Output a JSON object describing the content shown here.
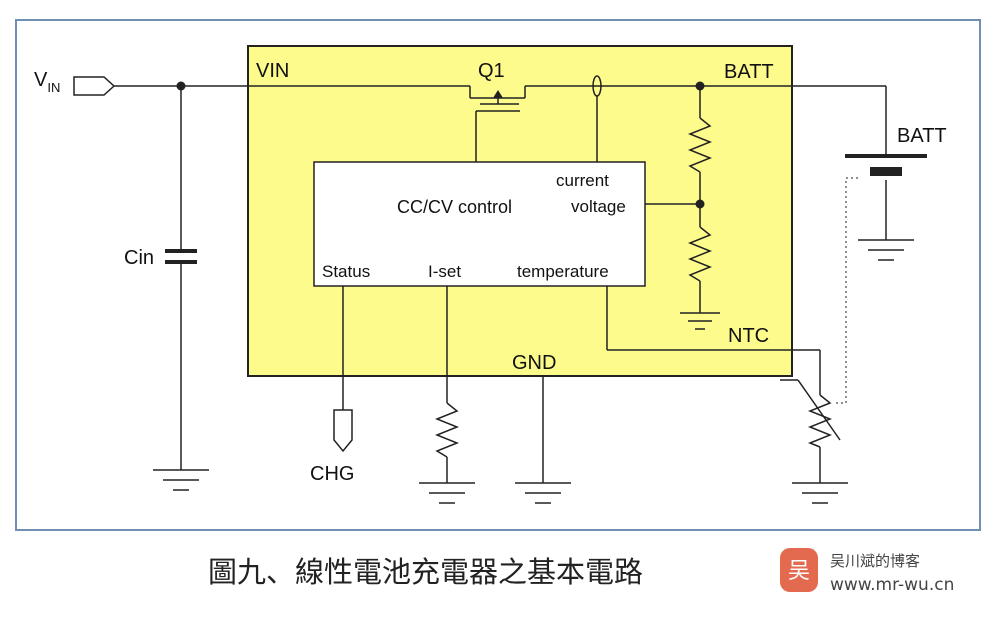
{
  "diagram": {
    "labels": {
      "vin_port": "V",
      "vin_port_sub": "IN",
      "vin": "VIN",
      "q1": "Q1",
      "batt_pin": "BATT",
      "batt_cell": "BATT",
      "current": "current",
      "cc_cv": "CC/CV control",
      "voltage": "voltage",
      "cin": "Cin",
      "status": "Status",
      "iset": "I-set",
      "temperature": "temperature",
      "ntc": "NTC",
      "gnd": "GND",
      "chg": "CHG"
    },
    "caption": "圖九、線性電池充電器之基本電路",
    "watermark": {
      "logo_char": "吴",
      "name": "吴川斌的博客",
      "url": "www.mr-wu.cn"
    }
  },
  "colors": {
    "chip_fill": "#fdfb8c",
    "wire": "#222222",
    "frame": "#6f8fb3",
    "logo": "#e36a4e"
  }
}
